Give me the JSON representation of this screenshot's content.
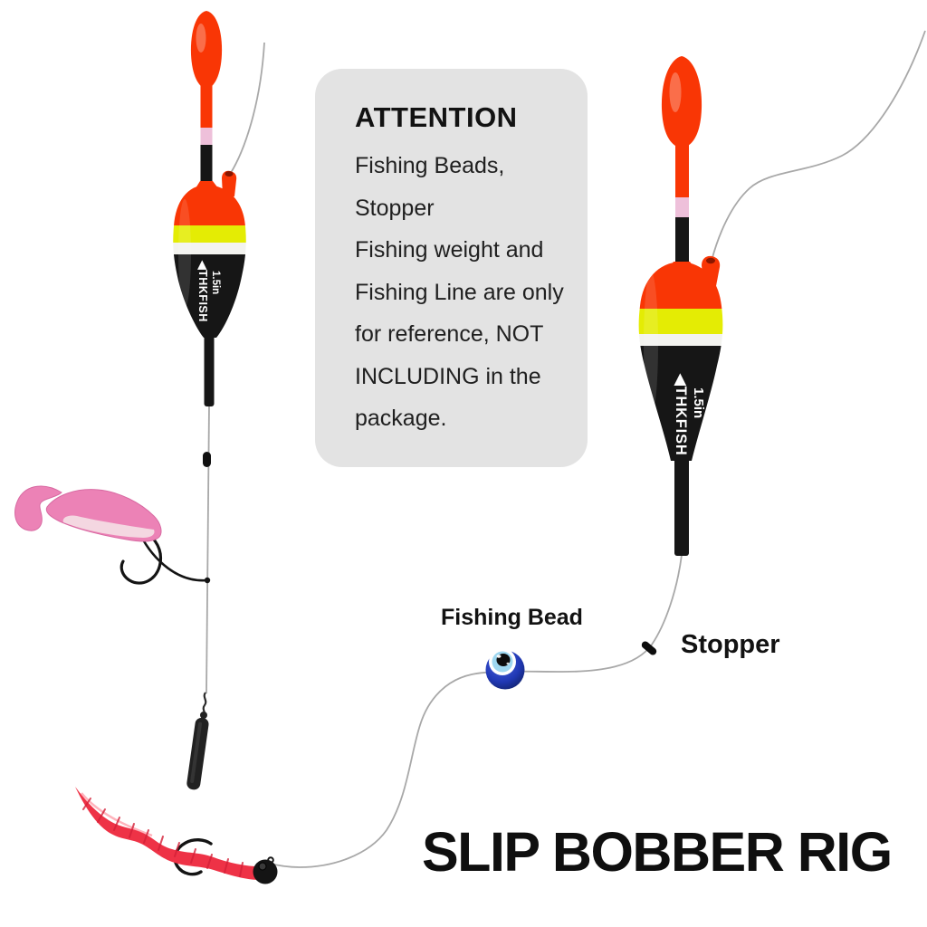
{
  "title": "SLIP BOBBER RIG",
  "attention": {
    "heading": "ATTENTION",
    "lines": [
      "Fishing Beads,",
      "Stopper",
      "Fishing weight and",
      "Fishing Line are only",
      "for reference, NOT",
      "INCLUDING in the",
      "package."
    ]
  },
  "labels": {
    "fishing_bead": "Fishing Bead",
    "stopper": "Stopper"
  },
  "bobber": {
    "brand": "◀THKFISH",
    "size": "1.5in"
  },
  "colors": {
    "background": "#ffffff",
    "attention_bg": "#e3e3e3",
    "text": "#161616",
    "bobber_red": "#f93605",
    "bobber_yellow": "#e4ec04",
    "bobber_white": "#f3f3ef",
    "bobber_black": "#161616",
    "stem_pink": "#eec0da",
    "fishing_line": "#a8a8a8",
    "bead_blue": "#2443be",
    "bead_iris": "#9ed7f0",
    "lure_pink": "#ec82b6",
    "worm_red": "#ee3246"
  }
}
